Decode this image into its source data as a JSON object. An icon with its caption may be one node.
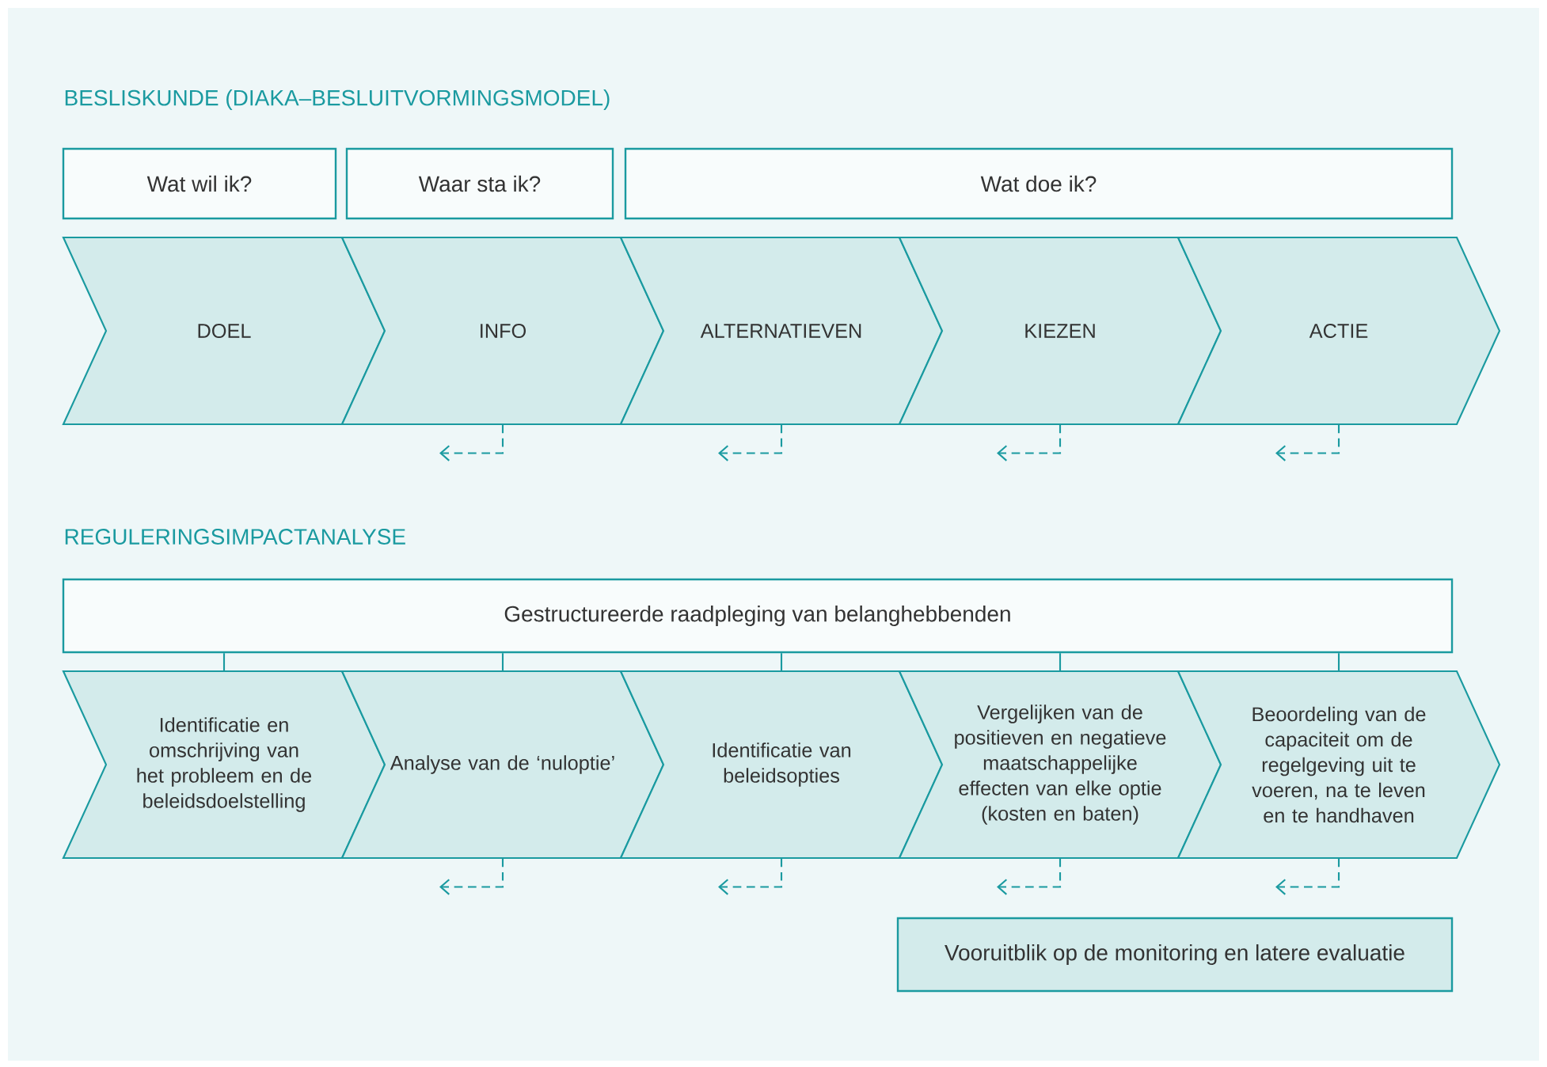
{
  "diagram": {
    "nodes": [
      {
        "text": [
          "Wat wil ik?"
        ]
      },
      {
        "text": [
          "Waar sta ik?"
        ]
      },
      {
        "text": [
          "Wat doe ik?"
        ]
      },
      {
        "text": [
          "DOEL"
        ]
      },
      {
        "text": [
          "INFO"
        ]
      },
      {
        "text": [
          "ALTERNATIEVEN"
        ]
      },
      {
        "text": [
          "KIEZEN"
        ]
      },
      {
        "text": [
          "ACTIE"
        ]
      },
      {
        "text": [
          "Gestructureerde raadpleging van belanghebbenden"
        ]
      },
      {
        "text": [
          "Identificatie en omschrijving van het probleem en de beleidsdoelstelling"
        ]
      },
      {
        "text": [
          "Analyse van de ‘nuloptie’"
        ]
      },
      {
        "text": [
          "Identificatie van beleidsopties"
        ]
      },
      {
        "text": [
          "Vergelijken van de positieven en negatieve maatschappelijke effecten van elke optie (kosten en baten)"
        ]
      },
      {
        "text": [
          "Beoordeling van de capaciteit om de regelgeving uit te voeren, na te leven en te handhaven"
        ]
      },
      {
        "text": [
          "Vooruitblik op de monitoring en latere evaluatie"
        ]
      }
    ],
    "edges": [
      {
        "from": 4,
        "to": null,
        "arrow": "to",
        "style": "dashed"
      },
      {
        "from": 5,
        "to": null,
        "arrow": "to",
        "style": "dashed"
      },
      {
        "from": 6,
        "to": null,
        "arrow": "to",
        "style": "dashed"
      },
      {
        "from": 7,
        "to": null,
        "arrow": "to",
        "style": "dashed"
      },
      {
        "from": 8,
        "to": 9,
        "arrow": "none"
      },
      {
        "from": 8,
        "to": 10,
        "arrow": "none"
      },
      {
        "from": 8,
        "to": 11,
        "arrow": "none"
      },
      {
        "from": 8,
        "to": 12,
        "arrow": "none"
      },
      {
        "from": 8,
        "to": 13,
        "arrow": "none"
      },
      {
        "from": 10,
        "to": null,
        "arrow": "to",
        "style": "dashed"
      },
      {
        "from": 11,
        "to": null,
        "arrow": "to",
        "style": "dashed"
      },
      {
        "from": 12,
        "to": null,
        "arrow": "to",
        "style": "dashed"
      },
      {
        "from": 13,
        "to": null,
        "arrow": "to",
        "style": "dashed"
      }
    ],
    "labels": [
      "BESLISKUNDE (DIAKA–BESLUITVORMINGSMODEL)",
      "REGULERINGSIMPACTANALYSE"
    ]
  }
}
